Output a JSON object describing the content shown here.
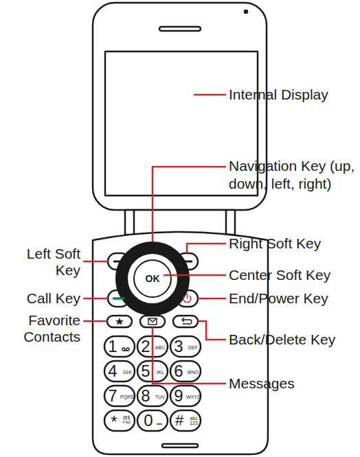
{
  "diagram": {
    "labels": [
      "Internal Display",
      "Navigation Key (up, down, left, right)",
      "Right Soft Key",
      "Center Soft Key",
      "End/Power Key",
      "Back/Delete Key",
      "Messages",
      "Left Soft Key",
      "Call Key",
      "Favorite Contacts",
      "OK",
      "1",
      "2",
      "ABC",
      "3",
      "DEF",
      "4",
      "GHI",
      "5",
      "JKL",
      "6",
      "MNO",
      "7",
      "PQRS",
      "8",
      "TUV",
      "9",
      "WXYZ",
      "*",
      "@$ +%!",
      "0",
      "#",
      "abc 123"
    ]
  }
}
